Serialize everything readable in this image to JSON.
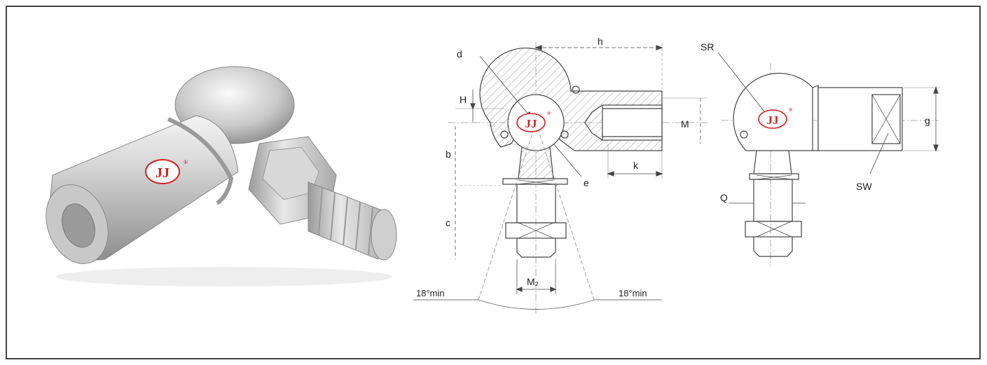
{
  "brand": {
    "logo_text": "JJ",
    "logo_mark": "®",
    "logo_color": "#d42020"
  },
  "labels": {
    "d": "d",
    "h": "h",
    "H": "H",
    "M": "M",
    "b": "b",
    "k": "k",
    "e": "e",
    "c": "c",
    "M2": "M₂",
    "min_left": "18°min",
    "min_right": "18°min",
    "SR": "SR",
    "g": "g",
    "SW": "SW",
    "Q": "Q"
  }
}
